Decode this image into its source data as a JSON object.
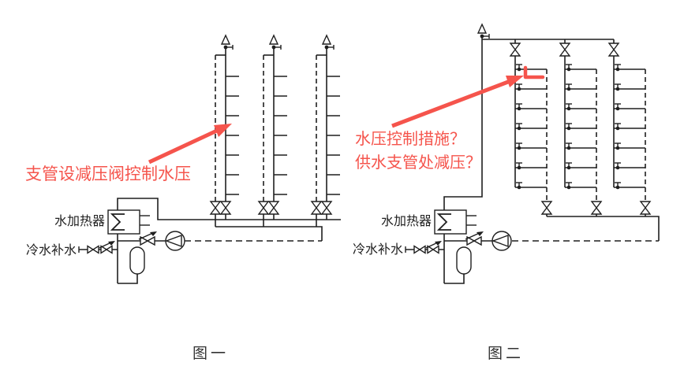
{
  "page": {
    "background": "#ffffff"
  },
  "colors": {
    "line": "#1f1f1f",
    "annotation_red": "#f5544c"
  },
  "symbols": [
    "air-vent-icon",
    "gate-valve-icon",
    "check-valve-icon",
    "pump-icon",
    "expansion-tank-icon",
    "water-heater-icon",
    "branch-tap-icon"
  ],
  "figure1": {
    "caption": "图一",
    "heater_label": "水加热器",
    "cold_water_label": "冷水补水",
    "annotation": "支管设减压阀控制水压"
  },
  "figure2": {
    "caption": "图二",
    "heater_label": "水加热器",
    "cold_water_label": "冷水补水",
    "annotation_line1": "水压控制措施？",
    "annotation_line2": "供水支管处减压？"
  }
}
